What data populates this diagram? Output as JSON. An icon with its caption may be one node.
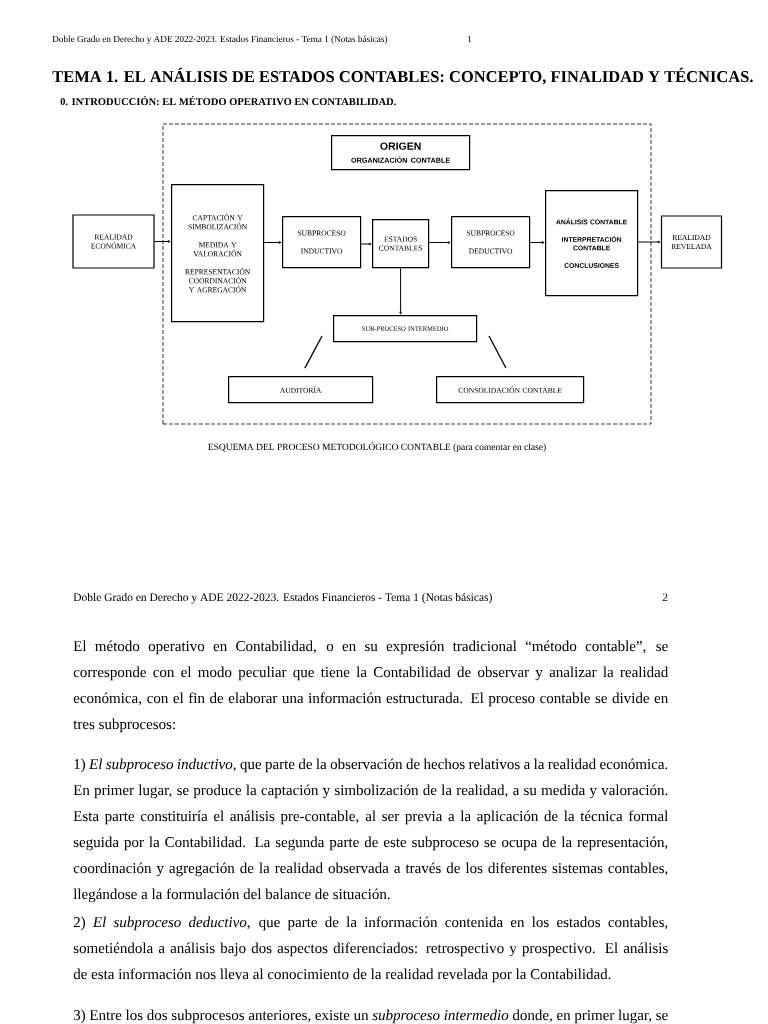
{
  "diagram": {
    "title": "TEMA 1. EL ANÁLISIS DE ESTADOS CONTABLES: CONCEPTO, FINALIDAD Y TÉCNICAS.",
    "caption": "ESQUEMA DEL PROCESO METODOLÓGICO CONTABLE (para comentar en clase)",
    "nodes": [
      {
        "text": [],
        "shape": "box"
      },
      {
        "text": [
          "ORIGEN",
          "ORGANIZACIÓN CONTABLE"
        ],
        "in": 0
      },
      {
        "text": [
          "REALIDAD ECONÓMICA"
        ]
      },
      {
        "text": [
          "CAPTACIÓN Y SIMBOLIZACIÓN",
          "MEDIDA Y VALORACIÓN",
          "REPRESENTACIÓN COORDINACIÓN Y AGREGACIÓN"
        ],
        "in": 0
      },
      {
        "text": [
          "SUBPROCESO",
          "INDUCTIVO"
        ],
        "in": 0
      },
      {
        "text": [
          "ESTADOS CONTABLES"
        ],
        "in": 0
      },
      {
        "text": [
          "SUBPROCESO",
          "DEDUCTIVO"
        ],
        "in": 0
      },
      {
        "text": [
          "ANÁLISIS CONTABLE",
          "INTERPRETACIÓN CONTABLE",
          "CONCLUSIONES"
        ],
        "in": 0
      },
      {
        "text": [
          "REALIDAD REVELADA"
        ]
      },
      {
        "text": [
          "SUB-PROCESO INTERMEDIO"
        ],
        "in": 0
      },
      {
        "text": [
          "AUDITORÍA"
        ],
        "in": 0
      },
      {
        "text": [
          "CONSOLIDACIÓN CONTABLE"
        ],
        "in": 0
      }
    ],
    "edges": [
      {
        "from": 2,
        "to": 3,
        "arrow": "to"
      },
      {
        "from": 3,
        "to": 4,
        "arrow": "to"
      },
      {
        "from": 4,
        "to": 5,
        "arrow": "to"
      },
      {
        "from": 5,
        "to": 6,
        "arrow": "to"
      },
      {
        "from": 6,
        "to": 7,
        "arrow": "to"
      },
      {
        "from": 7,
        "to": 8,
        "arrow": "to"
      },
      {
        "from": 5,
        "to": 9,
        "arrow": "to"
      },
      {
        "from": 9,
        "to": 10,
        "arrow": "none"
      },
      {
        "from": 9,
        "to": 11,
        "arrow": "none"
      }
    ],
    "labels": [
      "Doble Grado en Derecho y ADE 2022-2023. Estados  Financieros  - Tema 1  (Notas básicas)",
      "1",
      "0. INTRODUCCIÓN: EL MÉTODO OPERATIVO EN CONTABILIDAD.",
      "Doble Grado en Derecho y ADE 2022-2023. Estados  Financieros  - Tema 1  (Notas básicas)",
      "2",
      "El método operativo en Contabilidad, o en su expresión tradicional “método contable”, se corresponde con el modo peculiar que tiene la Contabilidad de observar y analizar la realidad económica, con el fin de elaborar una información estructurada. El proceso contable se divide en tres subprocesos:",
      "1) *El subproceso inductivo*, que parte de la observación de hechos relativos a la realidad económica. En primer lugar, se produce la captación y simbolización de la realidad, a su medida y valoración. Esta parte constituiría el análisis pre-contable, al ser previa a la aplicación de la técnica formal seguida por la Contabilidad. La segunda parte de este subproceso se ocupa de la representación, coordinación y agregación de la realidad observada a través de los diferentes sistemas contables, llegándose a la formulación del balance de situación.",
      "2) *El subproceso deductivo*, que parte de la información contenida en los estados contables, sometiéndola a análisis bajo dos aspectos diferenciados: retrospectivo y prospectivo. El análisis de esta información nos lleva al conocimiento de la realidad revelada por la Contabilidad.",
      "3) Entre los dos subprocesos anteriores, existe un *subproceso intermedio* donde, en primer lugar, se"
    ]
  }
}
